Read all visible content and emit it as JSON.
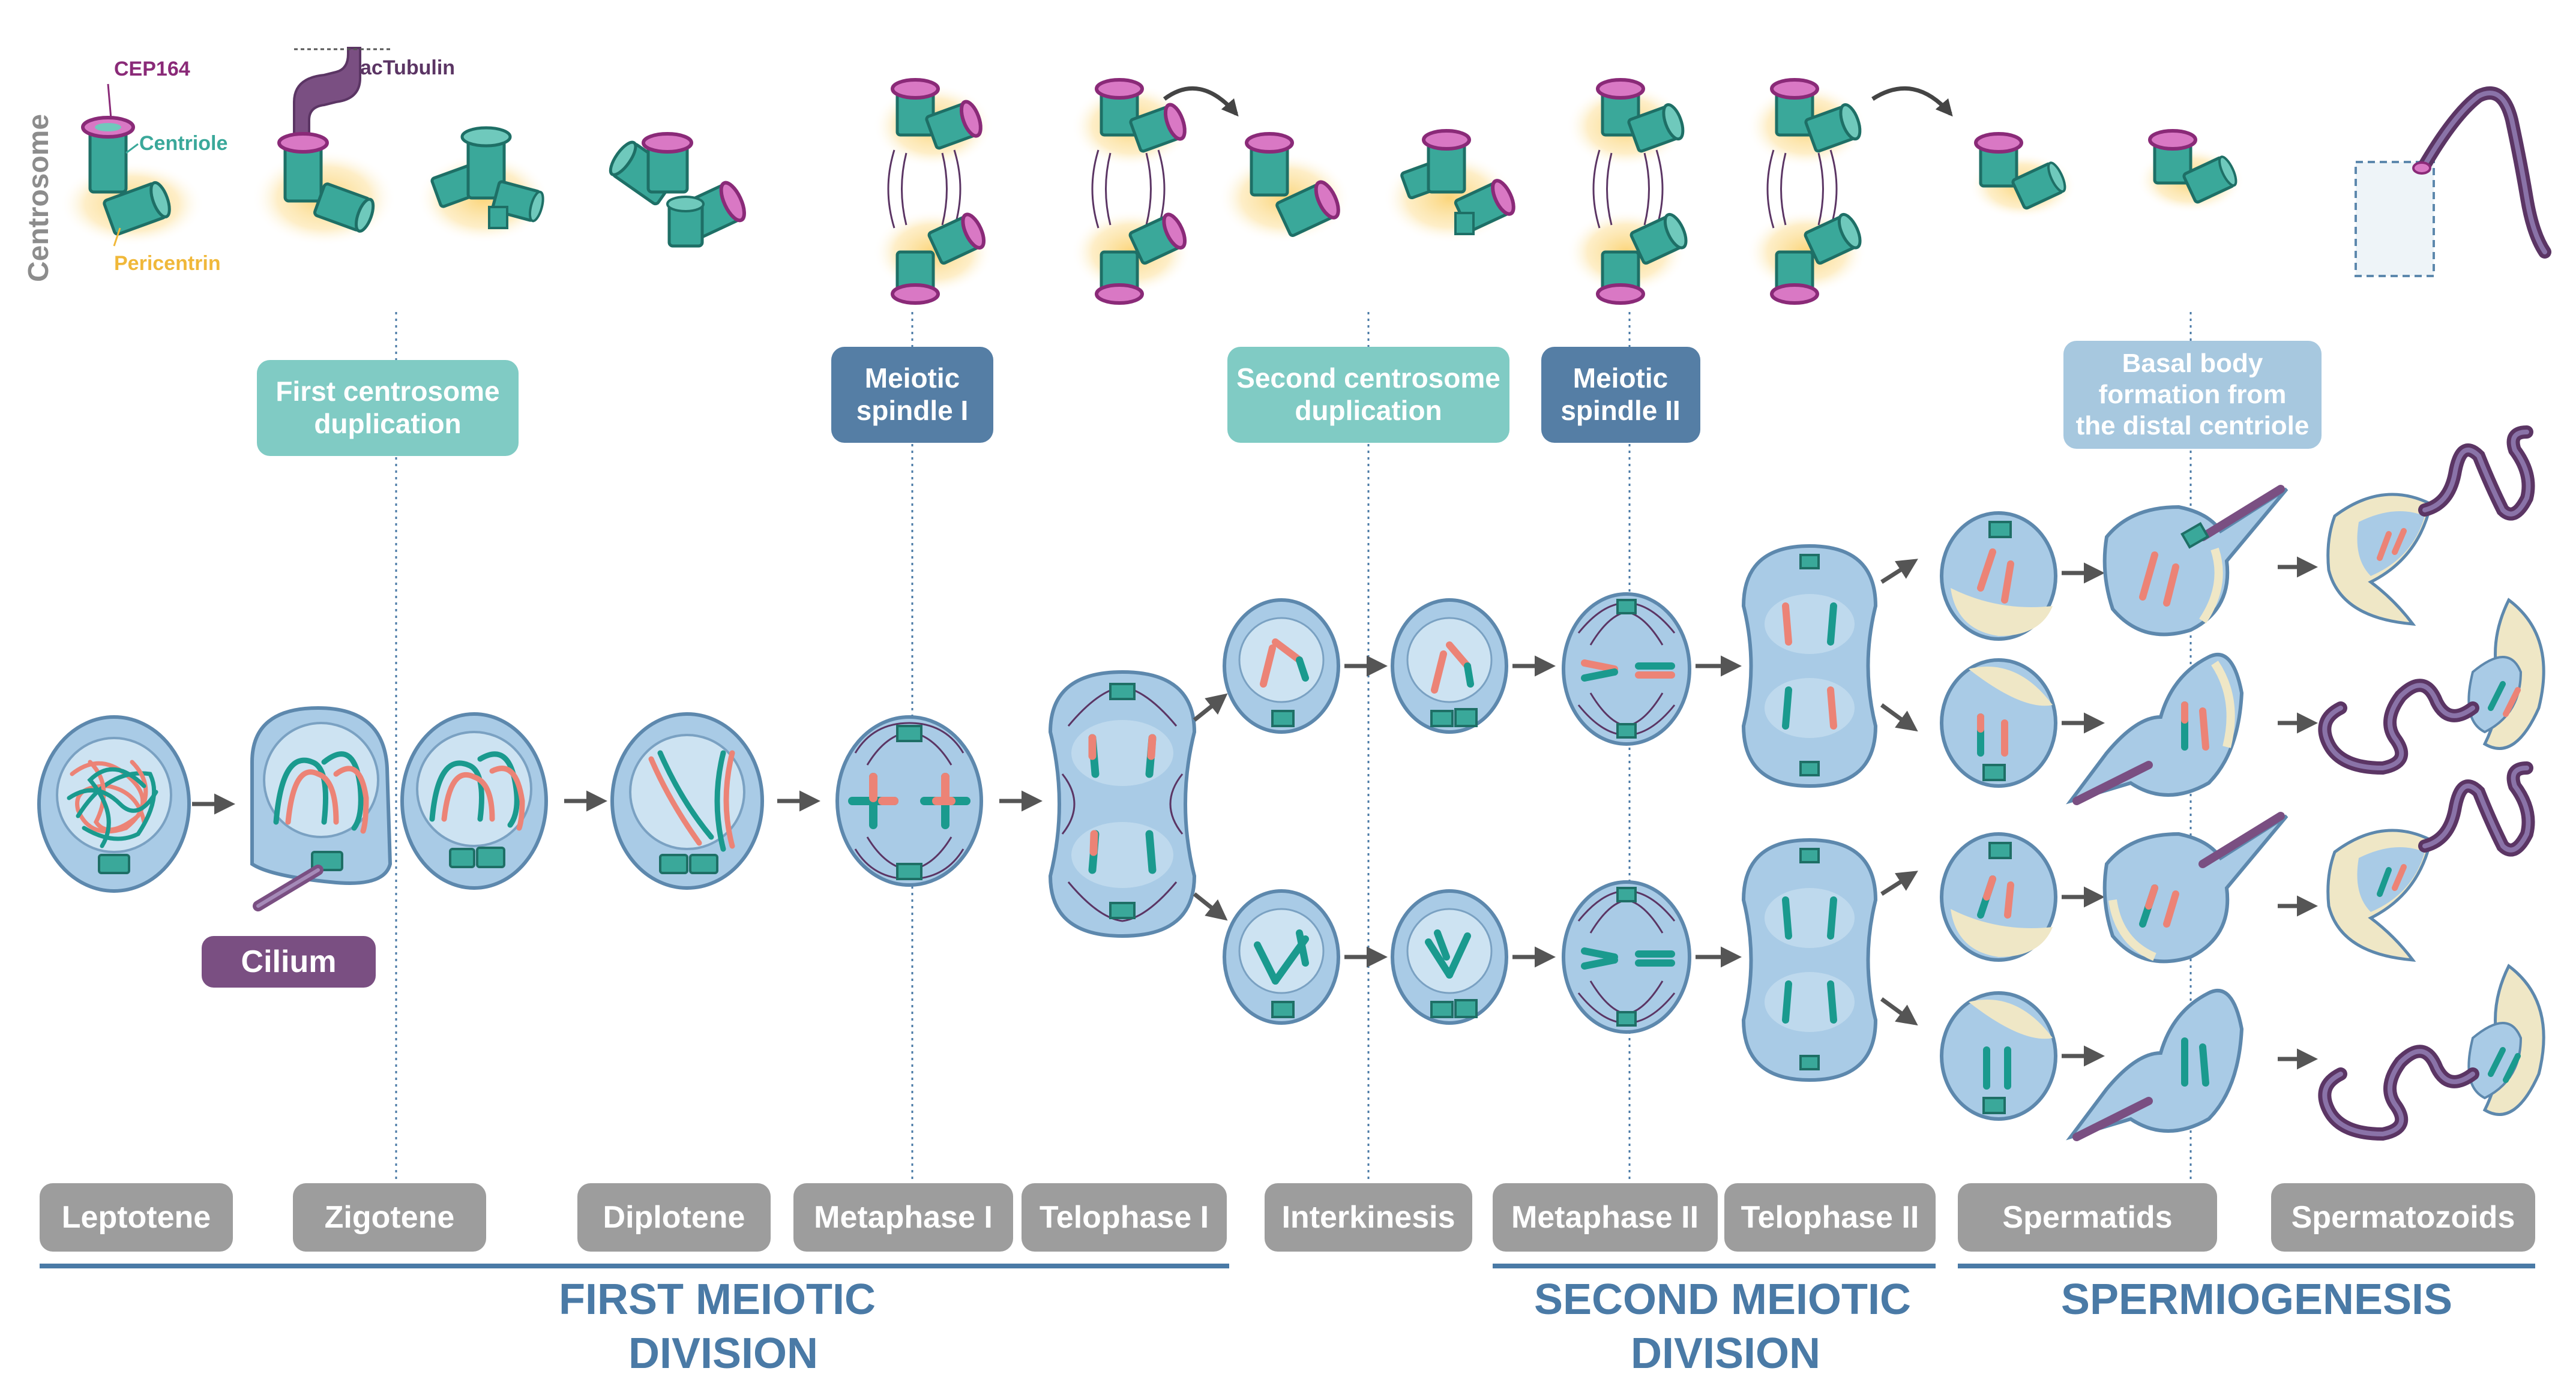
{
  "legend": {
    "centrosome": "Centrosome",
    "cep164": "CEP164",
    "centriole": "Centriole",
    "pericentrin": "Pericentrin",
    "actubulin": "acTubulin"
  },
  "events": {
    "first_dup": [
      "First centrosome",
      "duplication"
    ],
    "spindle1": [
      "Meiotic",
      "spindle I"
    ],
    "second_dup": [
      "Second centrosome",
      "duplication"
    ],
    "spindle2": [
      "Meiotic",
      "spindle II"
    ],
    "basal": [
      "Basal body",
      "formation from",
      "the distal centriole"
    ],
    "cilium": "Cilium"
  },
  "stages": [
    "Leptotene",
    "Zigotene",
    "Diplotene",
    "Metaphase I",
    "Telophase I",
    "Interkinesis",
    "Metaphase II",
    "Telophase II",
    "Spermatids",
    "Spermatozoids"
  ],
  "divisions": {
    "first": [
      "FIRST MEIOTIC",
      "DIVISION"
    ],
    "second": [
      "SECOND MEIOTIC",
      "DIVISION"
    ],
    "spermio": "SPERMIOGENESIS"
  },
  "colors": {
    "cell_fill": "#a9cbe6",
    "cell_stroke": "#5d88ad",
    "nucleus": "#cde3f2",
    "teal": "#1a9a8e",
    "salmon": "#ec8376",
    "purple": "#7a4f82",
    "magenta": "#b9459f",
    "pericentrin": "#fbd57a",
    "teal_box": "#80cbc4",
    "dark_box": "#557ea5",
    "light_box": "#a7c8df",
    "grey_box": "#9d9d9d",
    "division_text": "#4a7aa6"
  }
}
